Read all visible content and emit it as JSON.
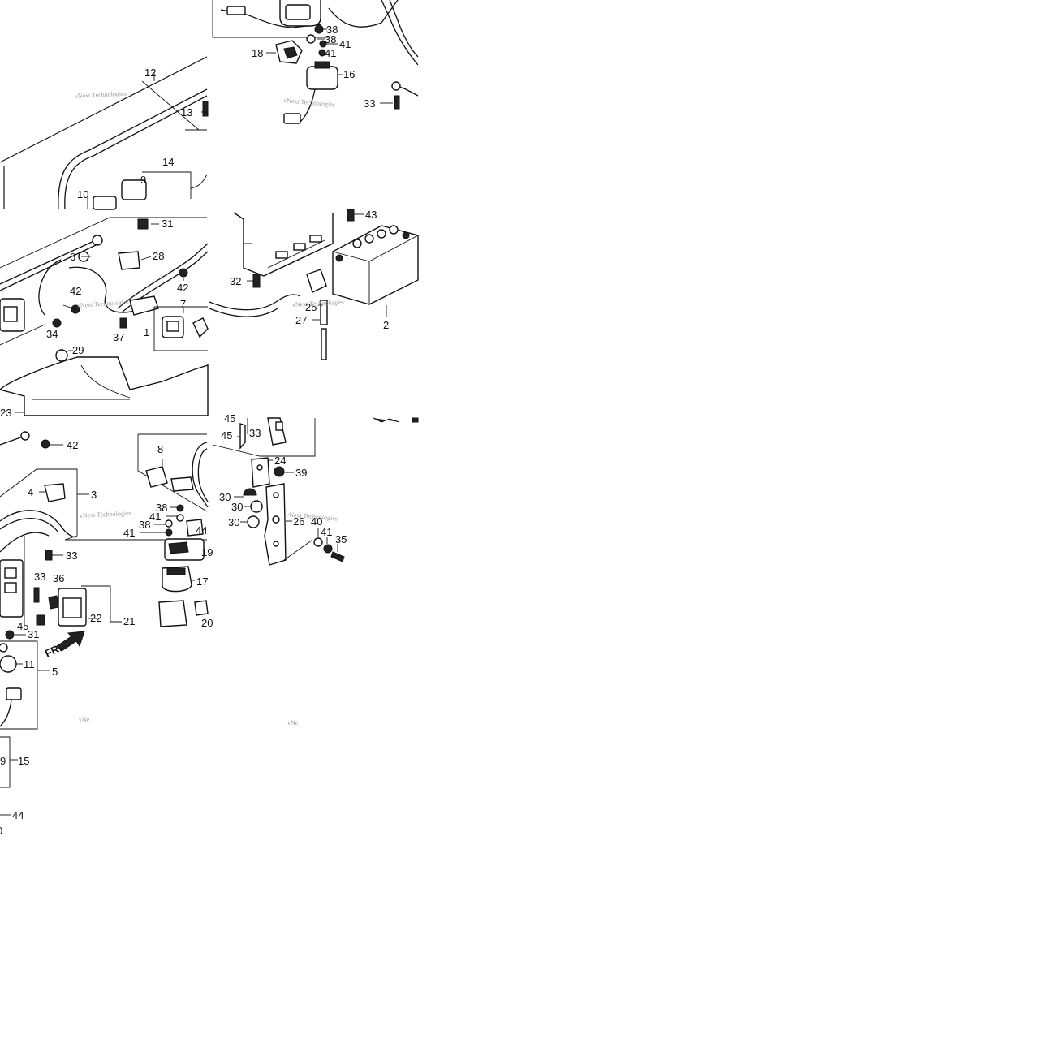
{
  "diagram": {
    "type": "exploded-parts-diagram",
    "watermark": "vNext Technologies",
    "watermark_partial": "vNe",
    "front_marker": "FR.",
    "tiles": {
      "top_left": {
        "callouts": [
          "12",
          "13",
          "14",
          "9",
          "10"
        ]
      },
      "top_mid": {
        "callouts": [
          "38",
          "38",
          "41",
          "18",
          "41",
          "16",
          "33"
        ]
      },
      "mid_left": {
        "callouts": [
          "31",
          "6",
          "28",
          "42",
          "42",
          "7",
          "34",
          "37",
          "1",
          "29",
          "23"
        ]
      },
      "mid_mid": {
        "callouts": [
          "43",
          "32",
          "25",
          "27",
          "2"
        ]
      },
      "low_left": {
        "callouts": [
          "42",
          "8",
          "4",
          "3",
          "38",
          "41",
          "38",
          "41",
          "44",
          "33",
          "19",
          "33",
          "36",
          "17",
          "45",
          "22",
          "21",
          "20",
          "31"
        ]
      },
      "low_mid": {
        "callouts": [
          "45",
          "33",
          "45",
          "24",
          "39",
          "30",
          "30",
          "26",
          "40",
          "30",
          "41",
          "35"
        ]
      },
      "bottom_left": {
        "callouts": [
          "11",
          "5",
          "9",
          "15",
          "44",
          "0"
        ]
      }
    }
  }
}
